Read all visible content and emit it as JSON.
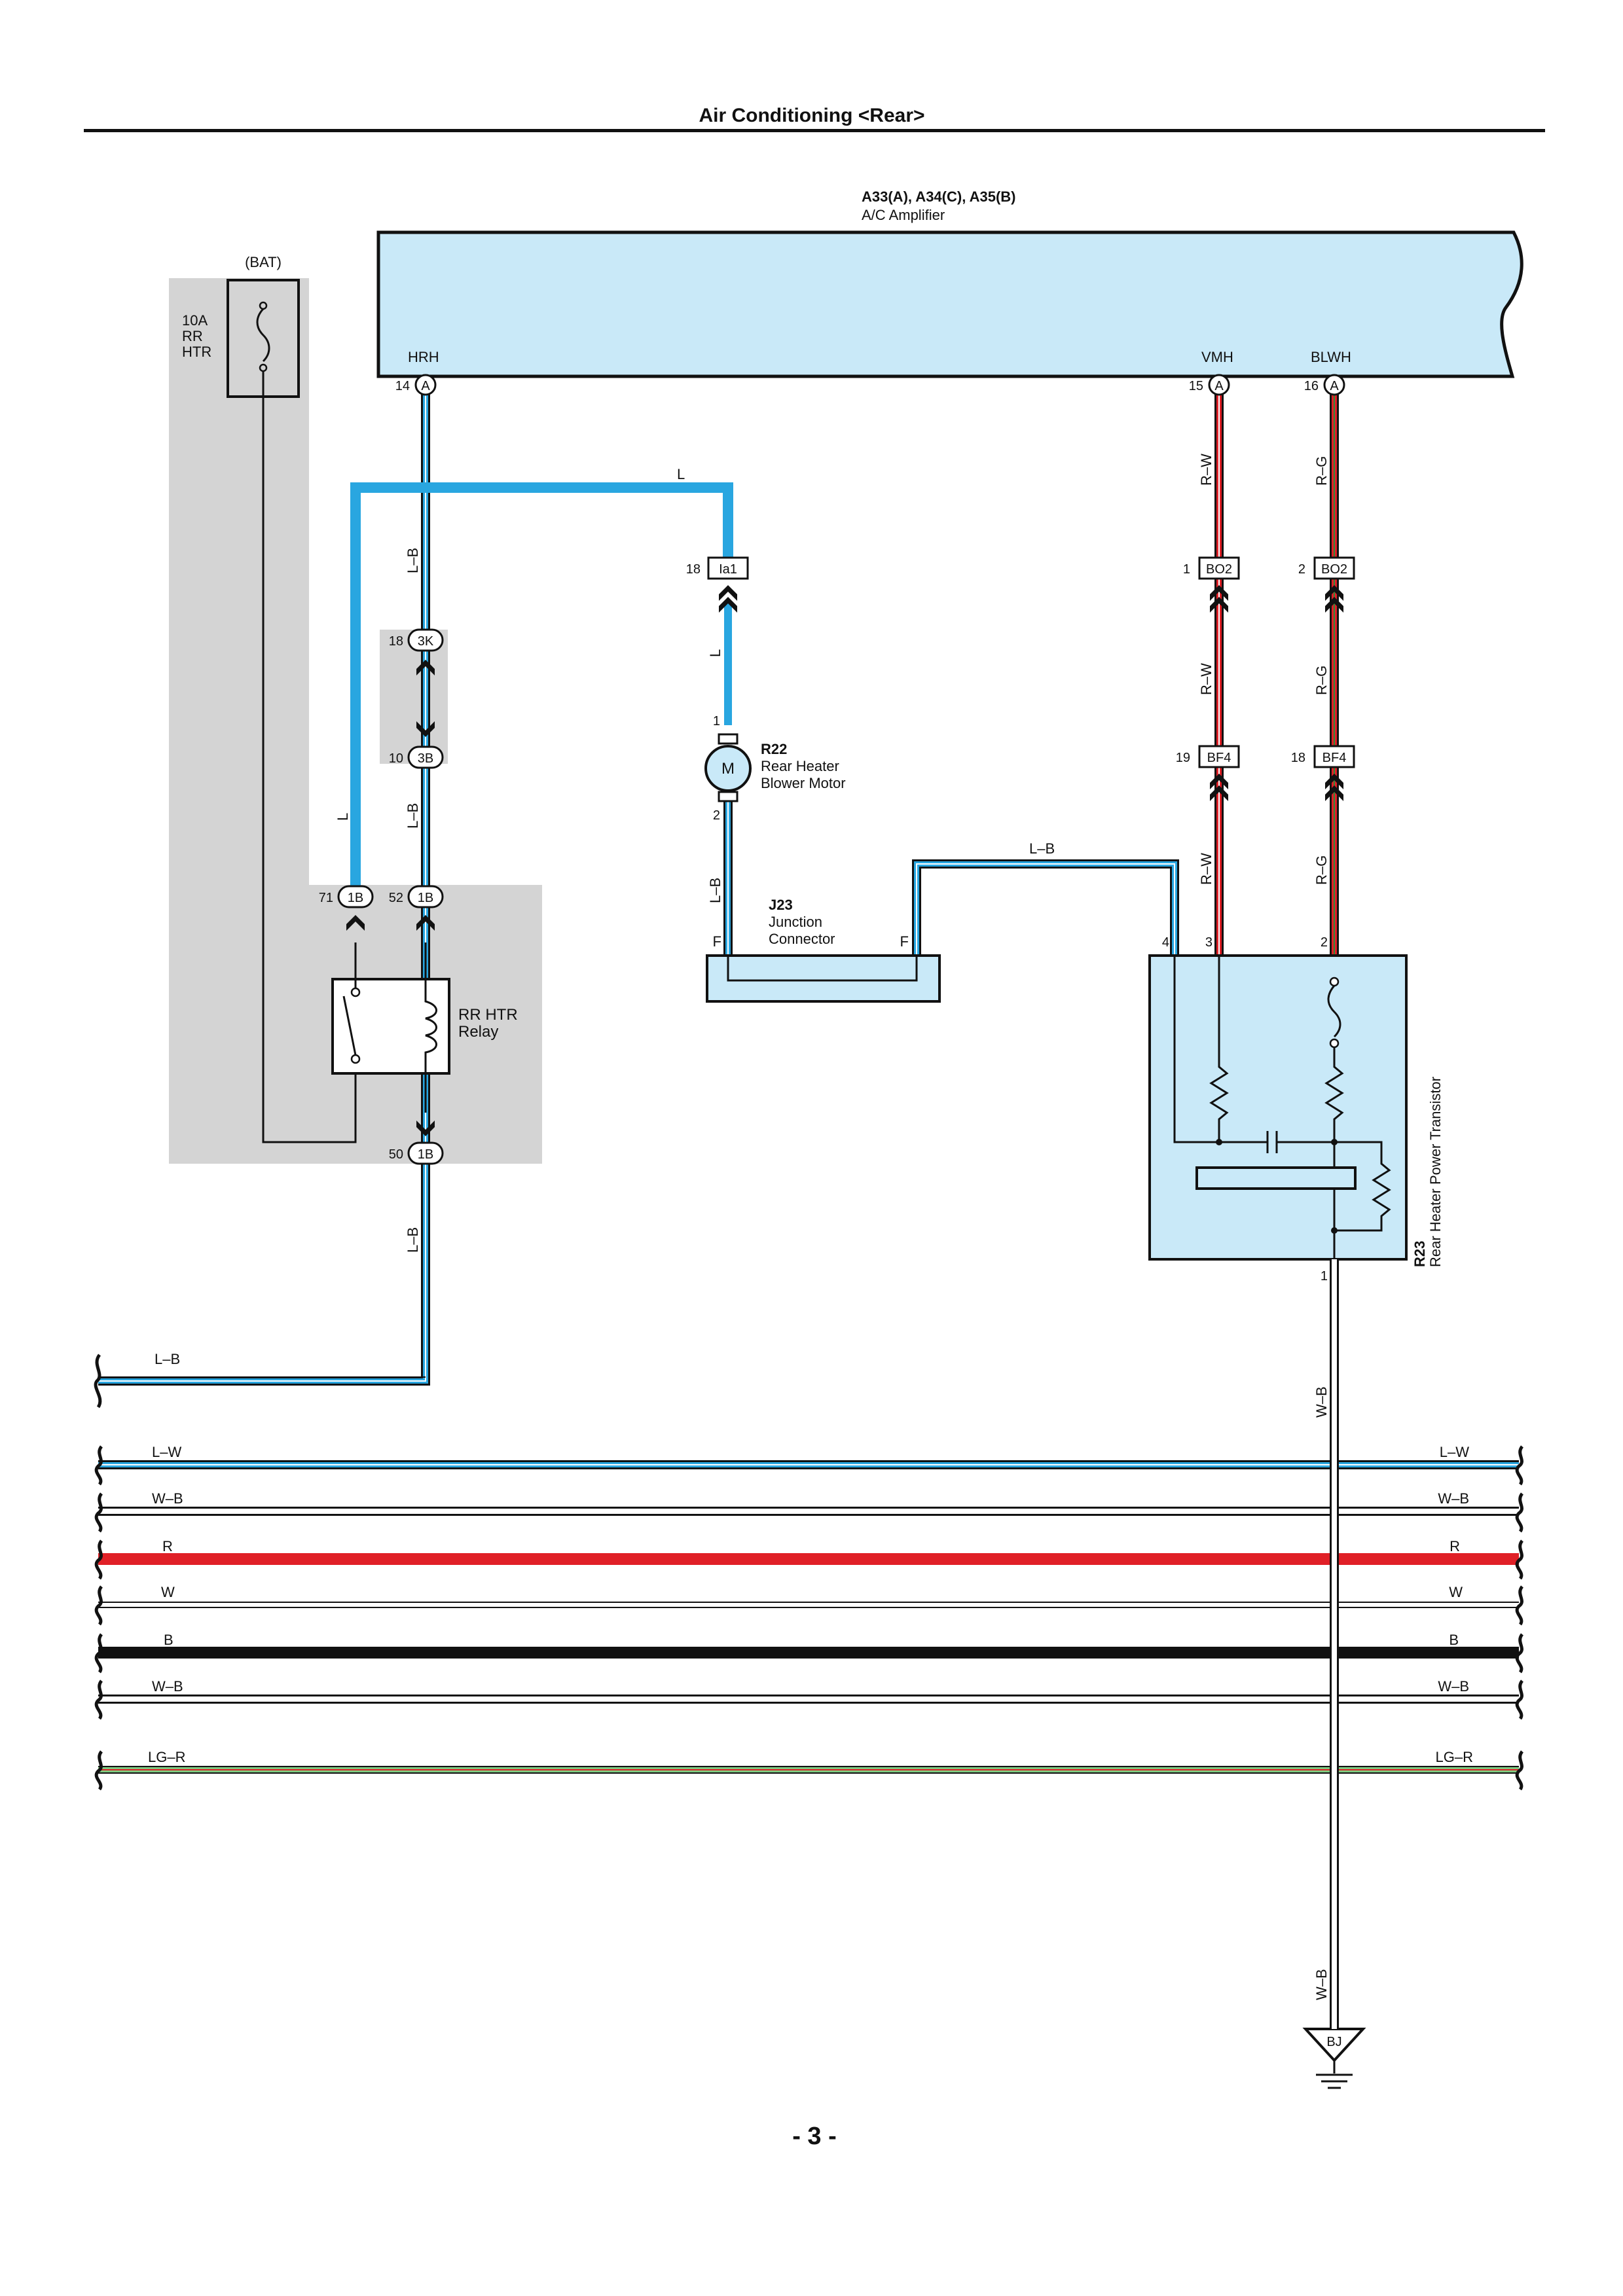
{
  "header": {
    "title": "Air Conditioning <Rear>"
  },
  "footer": {
    "page": "- 3 -"
  },
  "amplifier": {
    "codes": "A33(A), A34(C), A35(B)",
    "name": "A/C Amplifier",
    "terminals": [
      {
        "num": "14",
        "conn": "A",
        "label": "HRH"
      },
      {
        "num": "15",
        "conn": "A",
        "label": "VMH"
      },
      {
        "num": "16",
        "conn": "A",
        "label": "BLWH"
      }
    ]
  },
  "fuse": {
    "source": "(BAT)",
    "rating": "10A",
    "line1": "RR",
    "line2": "HTR"
  },
  "relay": {
    "line1": "RR HTR",
    "line2": "Relay"
  },
  "blower": {
    "code": "R22",
    "line1": "Rear Heater",
    "line2": "Blower Motor",
    "symbol": "M",
    "pin_top": "1",
    "pin_bottom": "2"
  },
  "junction": {
    "code": "J23",
    "line1": "Junction",
    "line2": "Connector",
    "pin_left": "F",
    "pin_right": "F"
  },
  "transistor": {
    "code": "R23",
    "name": "Rear Heater Power Transistor",
    "pin4": "4",
    "pin3": "3",
    "pin2": "2",
    "pin1": "1"
  },
  "connectors": {
    "c3k": {
      "num": "18",
      "id": "3K"
    },
    "c3b": {
      "num": "10",
      "id": "3B"
    },
    "c1b71": {
      "num": "71",
      "id": "1B"
    },
    "c1b52": {
      "num": "52",
      "id": "1B"
    },
    "c1b50": {
      "num": "50",
      "id": "1B"
    },
    "cia1": {
      "num": "18",
      "id": "Ia1"
    },
    "cbo2a": {
      "num": "1",
      "id": "BO2"
    },
    "cbo2b": {
      "num": "2",
      "id": "BO2"
    },
    "cbf4a": {
      "num": "19",
      "id": "BF4"
    },
    "cbf4b": {
      "num": "18",
      "id": "BF4"
    }
  },
  "wire_labels": {
    "lb_upper": "L–B",
    "l_top": "L",
    "l_blower": "L",
    "lb_mid": "L–B",
    "l_left": "L",
    "lb_blower": "L–B",
    "lb_junction": "L–B",
    "rw_1": "R–W",
    "rw_2": "R–W",
    "rw_3": "R–W",
    "rg_1": "R–G",
    "rg_2": "R–G",
    "rg_3": "R–G",
    "lb_lower": "L–B",
    "lb_exit": "L–B",
    "wb_1": "W–B",
    "wb_2": "W–B"
  },
  "buses": [
    {
      "label": "L–W",
      "color": "#29a6e0"
    },
    {
      "label": "W–B",
      "color": "#ffffff"
    },
    {
      "label": "R",
      "color": "#e02027"
    },
    {
      "label": "W",
      "color": "#ffffff"
    },
    {
      "label": "B",
      "color": "#111111"
    },
    {
      "label": "W–B",
      "color": "#ffffff"
    },
    {
      "label": "LG–R",
      "color": "#7fc97f"
    }
  ],
  "ground": {
    "id": "BJ"
  },
  "colors": {
    "blue": "#29a6e0",
    "red": "#e02027",
    "black": "#111111",
    "green": "#2e8b3a",
    "panel": "#c9e9f8",
    "shade": "#d3d3d3"
  }
}
